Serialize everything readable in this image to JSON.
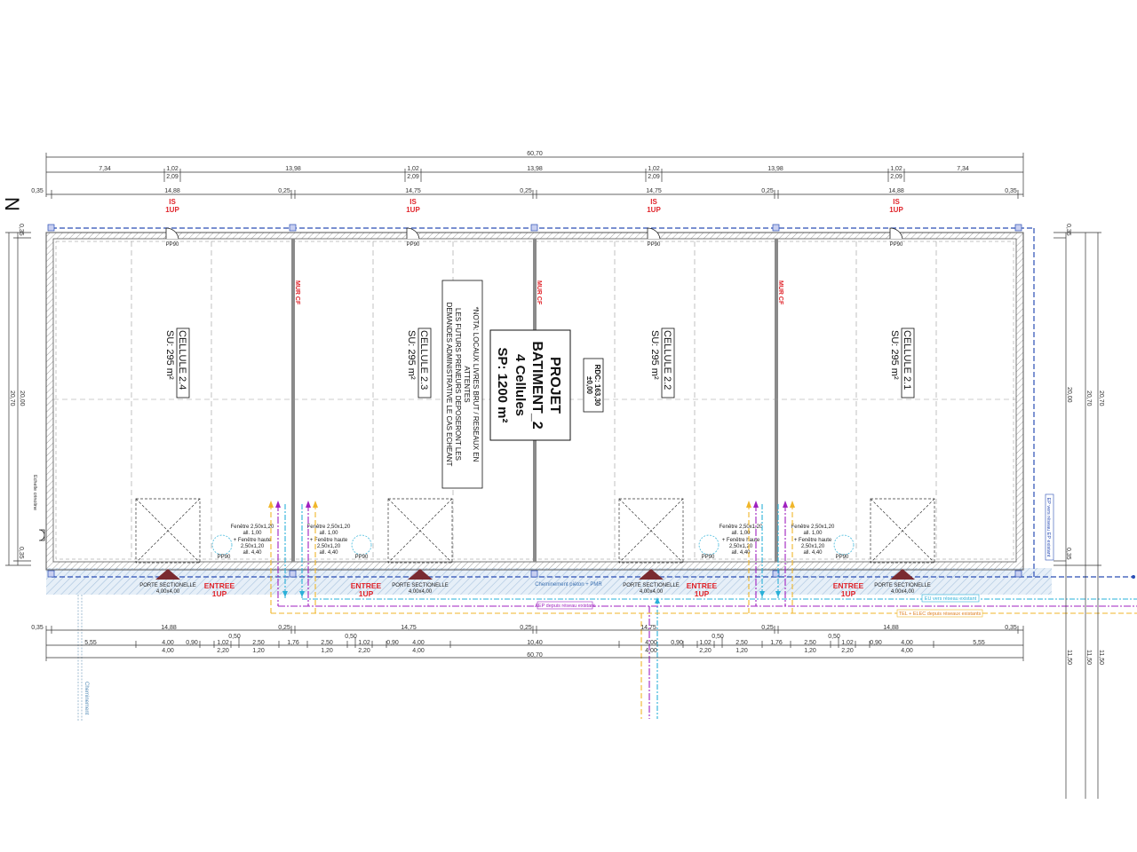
{
  "north_label": "N",
  "dimensions": {
    "overall_top": "60,70",
    "top_row2": [
      "7,34",
      "1,02",
      "13,98",
      "1,02",
      "13,98",
      "1,02",
      "13,98",
      "1,02",
      "7,34"
    ],
    "top_row2_sub": [
      "2,09",
      "2,09",
      "2,09",
      "2,09"
    ],
    "top_row3": [
      "0,35",
      "14,88",
      "0,25",
      "14,75",
      "0,25",
      "14,75",
      "0,25",
      "14,88",
      "0,35"
    ],
    "bottom_row1": [
      "0,35",
      "14,88",
      "0,25",
      "14,75",
      "0,25",
      "14,75",
      "0,25",
      "14,88",
      "0,35"
    ],
    "bottom_row2_top": [
      "5,55",
      "4,00",
      "0,90",
      "1,02",
      "0,50",
      "2,50",
      "1,76",
      "2,50",
      "0,50",
      "1,02",
      "0,90",
      "4,00",
      "10,40",
      "4,00",
      "0,90",
      "1,02",
      "0,50",
      "2,50",
      "1,76",
      "2,50",
      "0,50",
      "1,02",
      "0,90",
      "4,00",
      "5,55"
    ],
    "bottom_row2_sub": [
      "4,00",
      "2,20",
      "1,20",
      "1,20",
      "2,20",
      "4,00",
      "4,00",
      "2,20",
      "1,20",
      "1,20",
      "2,20",
      "4,00"
    ],
    "overall_bottom": "60,70",
    "left": [
      "0,35",
      "20,00",
      "20,70",
      "0,35"
    ],
    "right": [
      "0,35",
      "20,00",
      "20,70",
      "20,70",
      "0,35"
    ],
    "right_bottom": [
      "11,50",
      "11,50",
      "11,50"
    ]
  },
  "cells": [
    {
      "name": "CELLULE 2.4",
      "area": "SU: 295 m²"
    },
    {
      "name": "CELLULE 2.3",
      "area": "SU: 295 m²"
    },
    {
      "name": "CELLULE 2.2",
      "area": "SU: 295 m²"
    },
    {
      "name": "CELLULE 2.1",
      "area": "SU: 295 m²"
    }
  ],
  "labels": {
    "is": "IS",
    "up": "1UP",
    "pp90": "PP90",
    "mur_cf": "MUR CF",
    "entree": "ENTREE",
    "porte_sectionelle": "PORTE SECTIONELLE",
    "porte_size": "4,00x4,00",
    "fenetre_1": "Fenêtre 2,50x1,20",
    "fenetre_2": "all. 1,00",
    "fenetre_3": "+ Fenêtre haute",
    "fenetre_4": "2,50x1,20",
    "fenetre_5": "all. 4,40",
    "echelle": "Echelle crinoline",
    "cheminement": "Cheminement piéton + PMR",
    "cheminement_left": "Cheminement",
    "aep": "AEP depuis réseau existant",
    "eu": "EU vers réseau existant",
    "ep": "EP vers réseau EP existant",
    "tel_elec": "TEL + ELEC depuis réseaux existants"
  },
  "project": {
    "title": "PROJET",
    "building": "BATIMENT_2",
    "cells": "4 Cellules",
    "sp": "SP: 1200 m²"
  },
  "rdc": {
    "line1": "RDC: 163,30",
    "line2": "±0,00"
  },
  "nota": {
    "line1": "*NOTA: LOCAUX LIVRES BRUT / RESEAUX EN",
    "line2": "ATTENTES",
    "line3": "LES FUTURS PRENEURS DEPOSERONT LES",
    "line4": "DEMANDES ADMINISTRATIVE LE CAS ECHEANT"
  },
  "colors": {
    "wall": "#555555",
    "hatch": "#9fbcd8",
    "network_blue": "#2a4db5",
    "red_text": "#e0242b",
    "yellow": "#f0b62a",
    "purple": "#a020c0",
    "cyan": "#2ab0d8",
    "door_marker": "#7a2b30"
  }
}
